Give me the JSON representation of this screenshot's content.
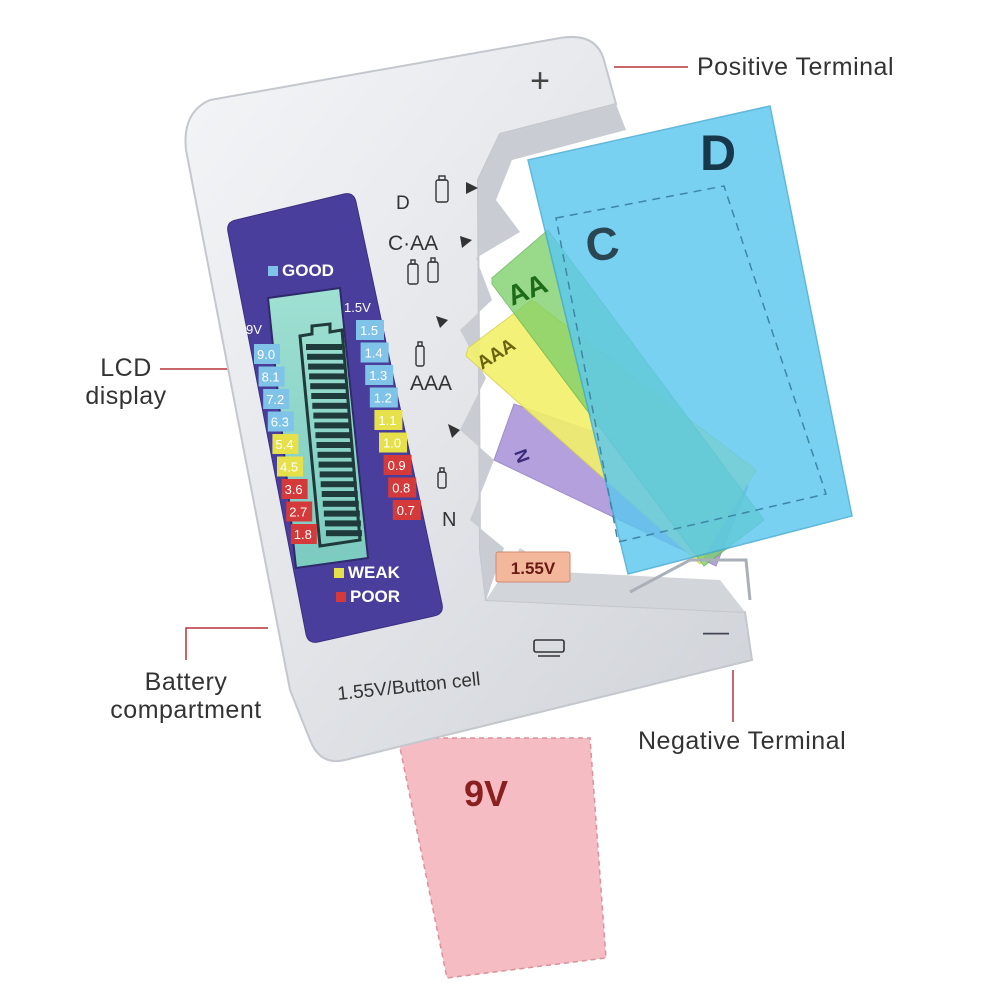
{
  "callouts": {
    "positive_terminal": "Positive Terminal",
    "negative_terminal": "Negative Terminal",
    "lcd_display_line1": "LCD",
    "lcd_display_line2": "display",
    "battery_compartment_line1": "Battery",
    "battery_compartment_line2": "compartment"
  },
  "device": {
    "plus_symbol": "+",
    "minus_symbol": "—",
    "model_text": "1.55V/Button cell",
    "button_badge": "1.55V",
    "status": {
      "good": "GOOD",
      "weak": "WEAK",
      "poor": "POOR"
    },
    "col_header_left": "9V",
    "col_header_right": "1.5V",
    "left_scale": [
      "9.0",
      "8.1",
      "7.2",
      "6.3",
      "5.4",
      "4.5",
      "3.6",
      "2.7",
      "1.8"
    ],
    "right_scale": [
      "1.5",
      "1.4",
      "1.3",
      "1.2",
      "1.1",
      "1.0",
      "0.9",
      "0.8",
      "0.7"
    ],
    "scale_colors": [
      "#7fc4e8",
      "#7fc4e8",
      "#7fc4e8",
      "#7fc4e8",
      "#e6e04a",
      "#e6e04a",
      "#d43a3a",
      "#d43a3a",
      "#d43a3a"
    ],
    "slot_labels": {
      "d": "D",
      "c_aa": "C·AA",
      "aaa": "AAA",
      "n": "N"
    }
  },
  "battery_cards": {
    "d": "D",
    "c": "C",
    "aa": "AA",
    "aaa": "AAA",
    "n": "N",
    "nine_v": "9V"
  },
  "colors": {
    "panel_purple": "#4a3e9c",
    "card_d": "#5cc8ef",
    "card_aa": "#7ccf6a",
    "card_aaa": "#f2f06a",
    "card_n": "#b19bdc",
    "card_9v": "#f6bcc3",
    "leader": "#b5343a"
  }
}
